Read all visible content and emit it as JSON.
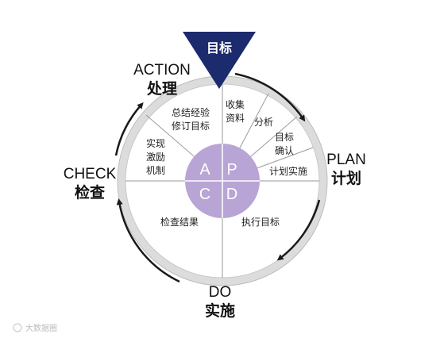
{
  "goal": "目标",
  "phases": {
    "action": {
      "en": "ACTION",
      "cn": "处理"
    },
    "plan": {
      "en": "PLAN",
      "cn": "计划"
    },
    "do": {
      "en": "DO",
      "cn": "实施"
    },
    "check": {
      "en": "CHECK",
      "cn": "检查"
    }
  },
  "center": {
    "a": "A",
    "p": "P",
    "c": "C",
    "d": "D"
  },
  "segments": {
    "summary": [
      "总结经验",
      "修订目标"
    ],
    "incentive": [
      "实现",
      "激励",
      "机制"
    ],
    "collect": [
      "收集",
      "资料"
    ],
    "analyze": [
      "分析"
    ],
    "confirm": [
      "目标",
      "确认"
    ],
    "implement": [
      "计划实施"
    ],
    "execute": [
      "执行目标"
    ],
    "results": [
      "检查结果"
    ]
  },
  "watermark": "大数据圈",
  "colors": {
    "triangle": "#1c2a6e",
    "center": "#b9a4d6",
    "rim": "#dcdcdc",
    "arrow": "#1a1a1a"
  }
}
